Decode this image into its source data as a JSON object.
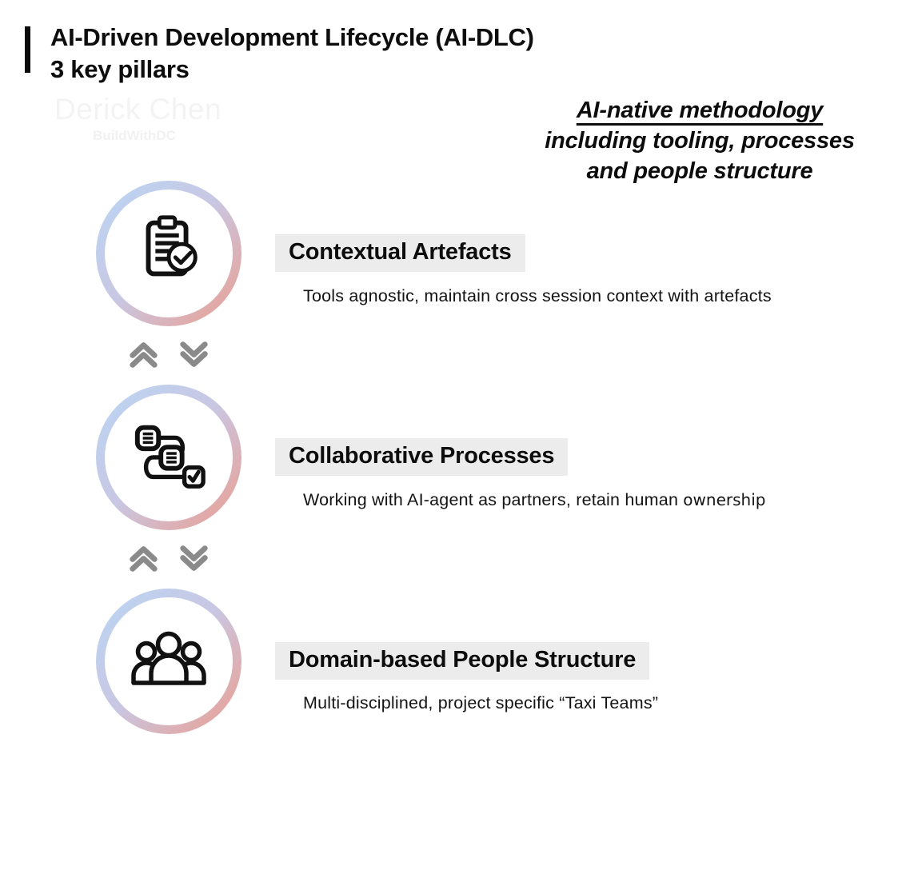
{
  "header": {
    "title_line1": "AI-Driven Development Lifecycle (AI-DLC)",
    "title_line2": "3 key pillars"
  },
  "watermark": {
    "name": "Derick Chen",
    "handle": "BuildWithDC"
  },
  "methodology_note": {
    "line1": "AI-native methodology",
    "line2": "including tooling, processes",
    "line3": "and people structure"
  },
  "pillars": [
    {
      "icon": "clipboard-check-icon",
      "heading": "Contextual Artefacts",
      "description": "Tools agnostic, maintain cross session context with artefacts"
    },
    {
      "icon": "workflow-process-icon",
      "heading": "Collaborative Processes",
      "description": "Working with AI-agent as partners, retain human",
      "description_suffix": "ownership"
    },
    {
      "icon": "people-group-icon",
      "heading": "Domain-based People Structure",
      "description": "Multi-disciplined, project specific “Taxi Teams”"
    }
  ],
  "colors": {
    "ring_gradient_start": "#b9d6f4",
    "ring_gradient_mid": "#c9c7e3",
    "ring_gradient_end": "#ec9c8c",
    "heading_background": "#ececec",
    "chevron_gray": "#8a8a8a",
    "text_black": "#0d0d0d",
    "accent_bar": "#0a0a0a",
    "watermark_gray": "#f3f3f3"
  }
}
